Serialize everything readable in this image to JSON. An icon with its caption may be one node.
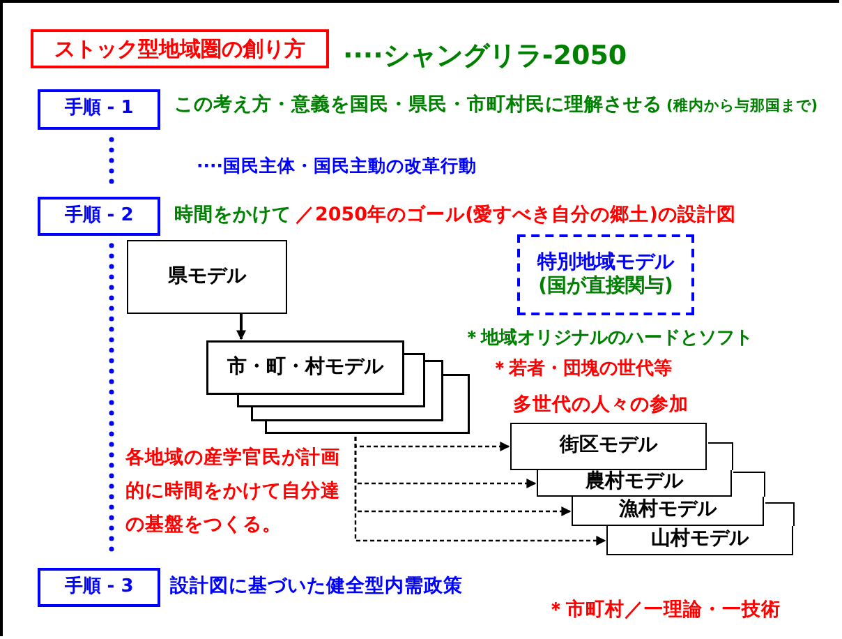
{
  "diagram": {
    "nodes": [
      {
        "text": [
          "ストック型地域圏の創り方"
        ],
        "beside": [
          "····シャングリラ-2050"
        ]
      },
      {
        "text": [
          "手順 - 1"
        ],
        "beside": [
          "この考え方・意義を国民・県民・市町村民に理解させる",
          "(稚内から与那国まで)"
        ]
      },
      {
        "text": [
          "手順 - 2"
        ],
        "beside": [
          "時間をかけて"
        ]
      },
      {
        "text": [
          "県モデル"
        ]
      },
      {
        "text": [
          "市・町・村モデル"
        ]
      },
      {
        "text": [
          "特別地域モデル",
          "(国が直接関与)"
        ]
      },
      {
        "text": [
          "街区モデル"
        ]
      },
      {
        "text": [
          "農村モデル"
        ]
      },
      {
        "text": [
          "漁村モデル"
        ]
      },
      {
        "text": [
          "山村モデル"
        ]
      },
      {
        "text": [
          "手順 - 3"
        ],
        "beside": [
          "設計図に基づいた健全型内需政策"
        ]
      }
    ],
    "edges": [
      {
        "from": 3,
        "to": 4,
        "arrow": "to"
      },
      {
        "from": 4,
        "to": 6,
        "arrow": "to",
        "style": "dashed"
      },
      {
        "from": 4,
        "to": 7,
        "arrow": "to",
        "style": "dashed"
      },
      {
        "from": 4,
        "to": 8,
        "arrow": "to",
        "style": "dashed"
      },
      {
        "from": 4,
        "to": 9,
        "arrow": "to",
        "style": "dashed"
      },
      {
        "from": 1,
        "to": 2,
        "arrow": "none",
        "style": "dashed",
        "color": "#0000ff"
      },
      {
        "from": 2,
        "to": 10,
        "arrow": "none",
        "style": "dashed",
        "color": "#0000ff"
      }
    ],
    "labels": [
      "····国民主体・国民主動の改革行動",
      "／2050年のゴール(愛すべき自分の郷土)の設計図",
      "＊地域オリジナルのハードとソフト",
      "＊若者・団塊の世代等",
      "多世代の人々の参加",
      "各地域の産学官民が計画的に時間をかけて自分達の基盤をつくる。",
      "＊市町村／一理論・一技術"
    ]
  }
}
